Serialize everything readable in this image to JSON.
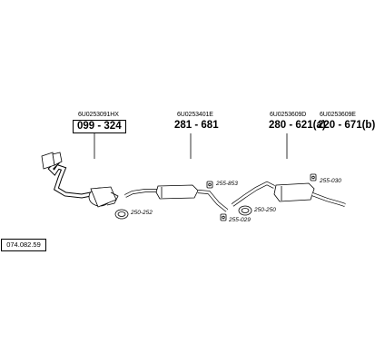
{
  "diagram": {
    "reference": "074.082.59",
    "parts": [
      {
        "oe": "6U0253091HX",
        "number": "099 - 324",
        "boxed": true
      },
      {
        "oe": "6U0253401E",
        "number": "281 - 681",
        "boxed": false
      },
      {
        "oe": "6U0253609D",
        "number": "280 - 621(a)",
        "boxed": false
      },
      {
        "oe": "6U0253609E",
        "number": "220 - 671(b)",
        "boxed": false
      }
    ],
    "fittings": [
      {
        "label": "250-252",
        "icon": "clamp-icon"
      },
      {
        "label": "255-853",
        "icon": "rubber-mount-icon"
      },
      {
        "label": "255-029",
        "icon": "rubber-mount-icon"
      },
      {
        "label": "250-250",
        "icon": "clamp-icon"
      },
      {
        "label": "255-030",
        "icon": "rubber-mount-icon"
      }
    ]
  }
}
